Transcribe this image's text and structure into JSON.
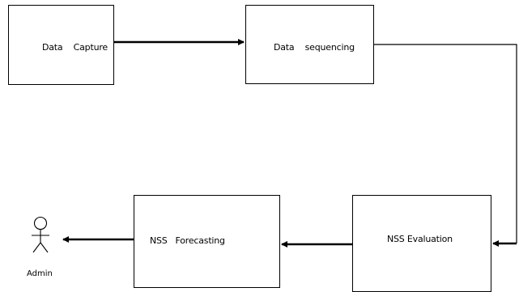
{
  "nodes": {
    "data_capture": {
      "label": "Data    Capture"
    },
    "data_sequencing": {
      "label": "Data    sequencing"
    },
    "nss_evaluation": {
      "label": "NSS Evaluation"
    },
    "nss_forecasting": {
      "label": "NSS   Forecasting"
    }
  },
  "actor": {
    "label": "Admin"
  },
  "colors": {
    "line": "#000000",
    "background": "#ffffff"
  }
}
